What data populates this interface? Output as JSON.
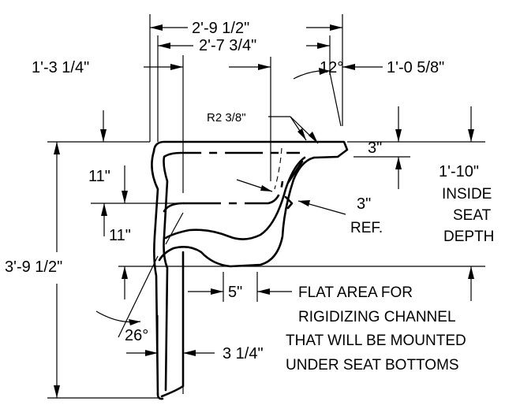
{
  "dimensions": {
    "overall_width": "2'-9  1/2\"",
    "inner_width": "2'-7  3/4\"",
    "back_height": "1'-3  1/4\"",
    "top_setback": "1'-0  5/8\"",
    "angle_top": "12°",
    "radius": "R2 3/8\"",
    "upper_drop": "11\"",
    "lower_drop": "11\"",
    "overall_height": "3'-9  1/2\"",
    "edge_thickness": "3\"",
    "seat_depth": "1'-10\"",
    "flat_width": "5\"",
    "angle_bottom": "26°",
    "leg_offset": "3  1/4\""
  },
  "notes": {
    "seat_depth_label": [
      "INSIDE",
      "SEAT",
      "DEPTH"
    ],
    "ref_label": [
      "3\"",
      "REF."
    ],
    "flat_area": [
      "FLAT AREA FOR",
      "RIGIDIZING CHANNEL",
      "THAT WILL BE MOUNTED",
      "UNDER SEAT BOTTOMS"
    ]
  }
}
